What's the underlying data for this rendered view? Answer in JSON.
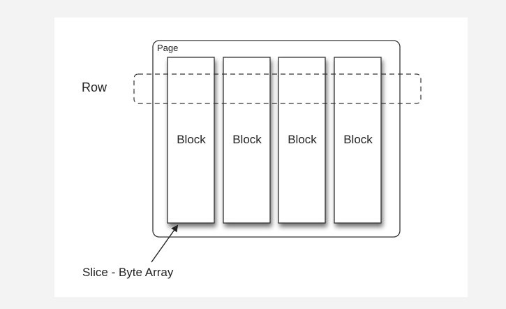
{
  "diagram": {
    "page_label": "Page",
    "row_label": "Row",
    "slice_label": "Slice - Byte Array",
    "blocks": [
      {
        "label": "Block"
      },
      {
        "label": "Block"
      },
      {
        "label": "Block"
      },
      {
        "label": "Block"
      }
    ],
    "colors": {
      "background": "#f3f3f3",
      "canvas": "#ffffff",
      "stroke": "#333333",
      "shadow": "#9a9a9a"
    }
  }
}
